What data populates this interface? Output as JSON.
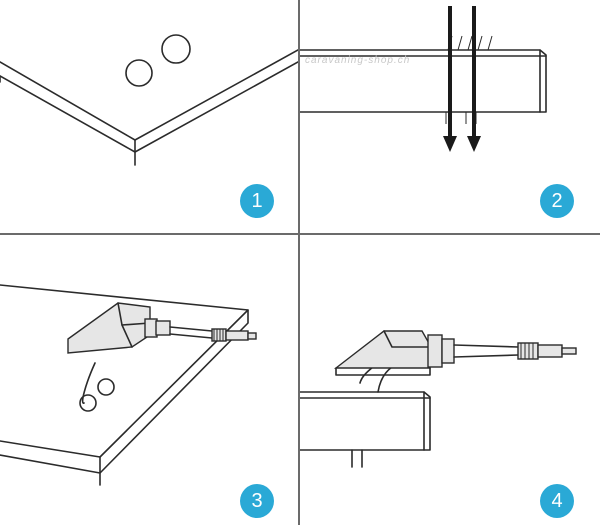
{
  "steps": [
    {
      "number": "1"
    },
    {
      "number": "2"
    },
    {
      "number": "3"
    },
    {
      "number": "4"
    }
  ],
  "watermark": "caravaning-shop.ch",
  "colors": {
    "badge": "#2aa9d6",
    "line": "#2b2b2b",
    "divider": "#6b6b6b"
  }
}
